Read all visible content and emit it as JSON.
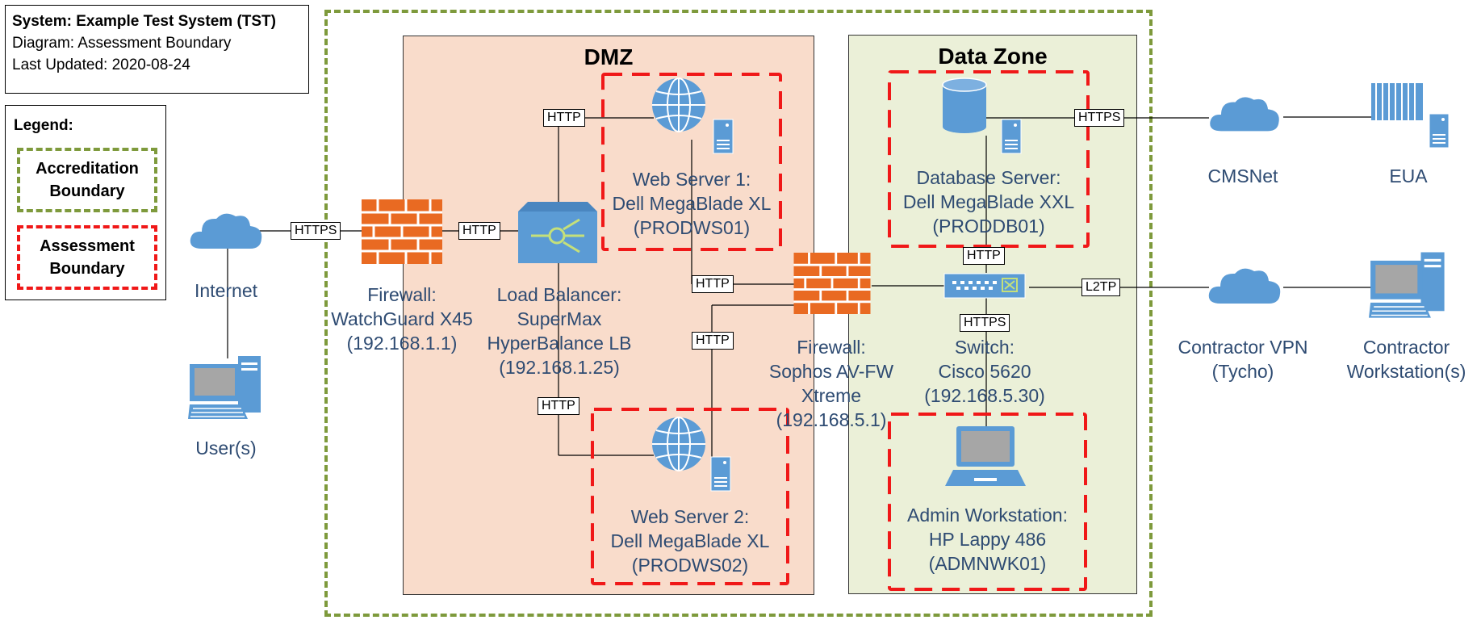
{
  "info": {
    "system": "System: Example Test System (TST)",
    "diagram": "Diagram: Assessment Boundary",
    "updated": "Last Updated: 2020-08-24"
  },
  "legend": {
    "title": "Legend:",
    "accreditation": "Accreditation Boundary",
    "assessment": "Assessment Boundary",
    "accreditation_color": "#7e9a3c",
    "assessment_color": "#f01818"
  },
  "zones": {
    "dmz": "DMZ",
    "data": "Data Zone",
    "dmz_color": "#f9dccb",
    "data_color": "#ebf0d8"
  },
  "nodes": {
    "internet": [
      "Internet"
    ],
    "users": [
      "User(s)"
    ],
    "firewall1": [
      "Firewall:",
      "WatchGuard X45",
      "(192.168.1.1)"
    ],
    "loadbalancer": [
      "Load Balancer:",
      "SuperMax",
      "HyperBalance LB",
      "(192.168.1.25)"
    ],
    "webserver1": [
      "Web Server 1:",
      "Dell MegaBlade XL",
      "(PRODWS01)"
    ],
    "webserver2": [
      "Web Server 2:",
      "Dell MegaBlade XL",
      "(PRODWS02)"
    ],
    "firewall2": [
      "Firewall:",
      "Sophos AV-FW",
      "Xtreme",
      "(192.168.5.1)"
    ],
    "dbserver": [
      "Database Server:",
      "Dell MegaBlade XXL",
      "(PRODDB01)"
    ],
    "switch": [
      "Switch:",
      "Cisco 5620",
      "(192.168.5.30)"
    ],
    "adminws": [
      "Admin Workstation:",
      "HP Lappy 486",
      "(ADMNWK01)"
    ],
    "cmsnet": [
      "CMSNet"
    ],
    "eua": [
      "EUA"
    ],
    "vpn": [
      "Contractor VPN",
      "(Tycho)"
    ],
    "contractorws": [
      "Contractor",
      "Workstation(s)"
    ]
  },
  "connections": {
    "internet_fw": "HTTPS",
    "fw_lb": "HTTP",
    "lb_ws1": "HTTP",
    "lb_ws2": "HTTP",
    "ws1_fw2": "HTTP",
    "ws2_fw2": "HTTP",
    "db_switch": "HTTP",
    "switch_admin": "HTTPS",
    "db_cmsnet": "HTTPS",
    "switch_vpn": "L2TP"
  },
  "icons": {
    "cloud": "cloud-icon",
    "firewall": "firewall-icon",
    "globe": "globe-icon",
    "server": "server-icon",
    "database": "database-icon",
    "switch": "switch-icon",
    "loadbalancer": "load-balancer-icon",
    "workstation": "workstation-icon",
    "laptop": "laptop-icon",
    "directory": "directory-icon"
  },
  "colors": {
    "icon_blue": "#5b9bd5",
    "firewall_orange": "#e96a22",
    "label_blue": "#2e4b72"
  }
}
